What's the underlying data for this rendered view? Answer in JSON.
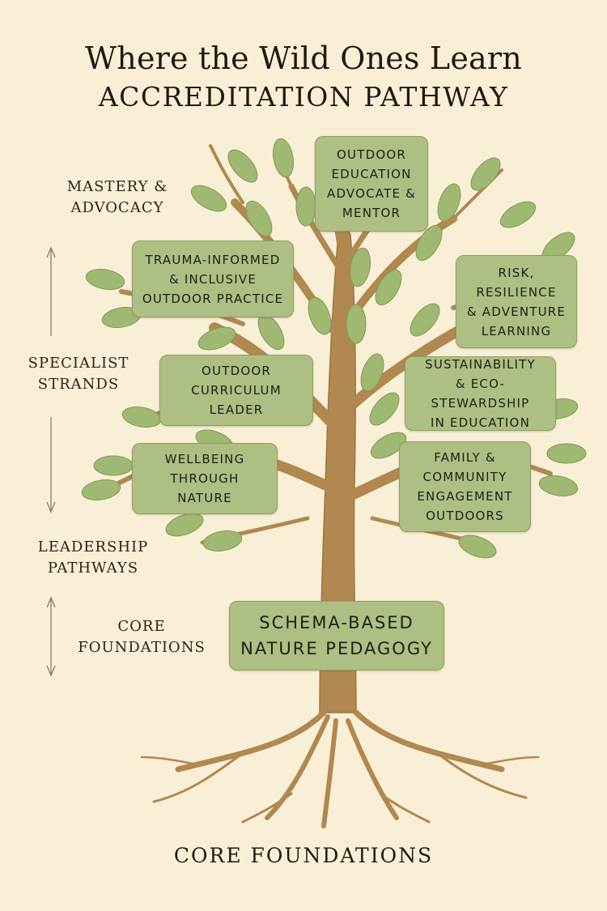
{
  "header": {
    "title": "Where the Wild Ones Learn",
    "subtitle": "ACCREDITATION PATHWAY"
  },
  "levels": {
    "mastery": "MASTERY &\nADVOCACY",
    "specialist": "SPECIALIST\nSTRANDS",
    "leadership": "LEADERSHIP\nPATHWAYS",
    "core": "CORE\nFOUNDATIONS"
  },
  "nodes": {
    "advocate": "OUTDOOR\nEDUCATION\nADVOCATE &\nMENTOR",
    "trauma": "TRAUMA-INFORMED\n& INCLUSIVE\nOUTDOOR PRACTICE",
    "risk": "RISK,\nRESILIENCE\n& ADVENTURE\nLEARNING",
    "curriculum": "OUTDOOR\nCURRICULUM\nLEADER",
    "sustainability": "SUSTAINABILITY\n& ECO-STEWARDSHIP\nIN EDUCATION",
    "wellbeing": "WELLBEING\nTHROUGH\nNATURE",
    "family": "FAMILY &\nCOMMUNITY\nENGAGEMENT\nOUTDOORS",
    "schema": "SCHEMA-BASED\nNATURE PEDAGOGY"
  },
  "footer": "CORE FOUNDATIONS",
  "colors": {
    "background": "#f9efd6",
    "trunk": "#b08850",
    "leaf": "#9fb872",
    "box": "#adbf82"
  }
}
